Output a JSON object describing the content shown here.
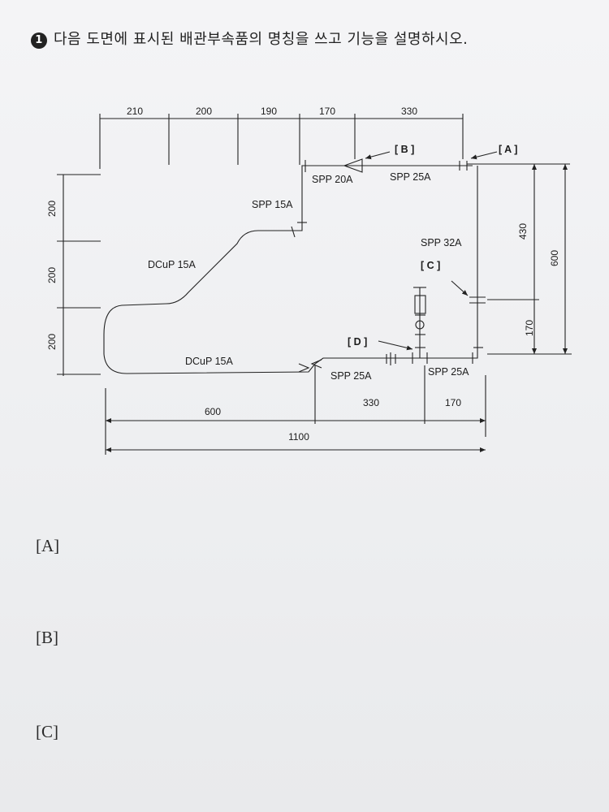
{
  "question": {
    "number": "1",
    "text": "다음 도면에 표시된 배관부속품의 명칭을 쓰고 기능을 설명하시오."
  },
  "drawing": {
    "top_dims": [
      "210",
      "200",
      "190",
      "170",
      "330"
    ],
    "left_dims": [
      "200",
      "200",
      "200"
    ],
    "right_dims": [
      "430",
      "170",
      "600"
    ],
    "bottom_dims": [
      "600",
      "330",
      "170"
    ],
    "total_dim": "1100",
    "pipe_labels": {
      "spp20a": "SPP 20A",
      "spp25a_top": "SPP 25A",
      "spp15a": "SPP 15A",
      "dcup15a_upper": "DCuP 15A",
      "spp32a": "SPP 32A",
      "dcup15a_lower": "DCuP 15A",
      "spp25a_bottom_left": "SPP 25A",
      "spp25a_bottom_right": "SPP 25A"
    },
    "markers": {
      "a": "[ A ]",
      "b": "[ B ]",
      "c": "[ C ]",
      "d": "[ D ]"
    }
  },
  "answers": [
    "[A]",
    "[B]",
    "[C]"
  ]
}
